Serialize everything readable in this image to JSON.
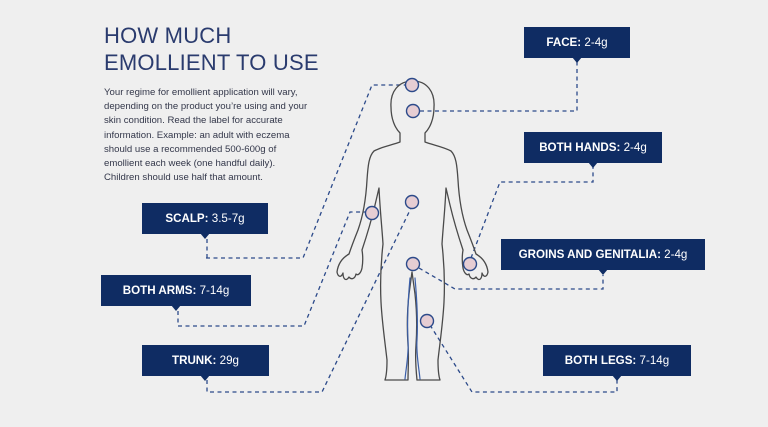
{
  "header": {
    "title_line1": "HOW MUCH",
    "title_line2": "EMOLLIENT TO USE",
    "description": "Your regime for emollient application will vary, depending on the product you’re using and your skin condition. Read the label for accurate information. Example: an adult with eczema should use a recommended 500-600g of emollient each week (one handful daily). Children should use half that amount."
  },
  "labels": {
    "face": {
      "name": "FACE:",
      "amount": "2-4g"
    },
    "hands": {
      "name": "BOTH HANDS:",
      "amount": "2-4g"
    },
    "scalp": {
      "name": "SCALP:",
      "amount": "3.5-7g"
    },
    "groin": {
      "name": "GROINS AND GENITALIA:",
      "amount": "2-4g"
    },
    "arms": {
      "name": "BOTH ARMS:",
      "amount": "7-14g"
    },
    "trunk": {
      "name": "TRUNK:",
      "amount": "29g"
    },
    "legs": {
      "name": "BOTH LEGS:",
      "amount": "7-14g"
    }
  },
  "colors": {
    "background": "#efefef",
    "label_bg": "#0f2c63",
    "title": "#2a3b6e",
    "dashed_line": "#2c4a8a",
    "marker_fill": "#e6cdd3",
    "body_outline": "#4a4a4a",
    "leg_inner_line": "#3a5ea8"
  }
}
